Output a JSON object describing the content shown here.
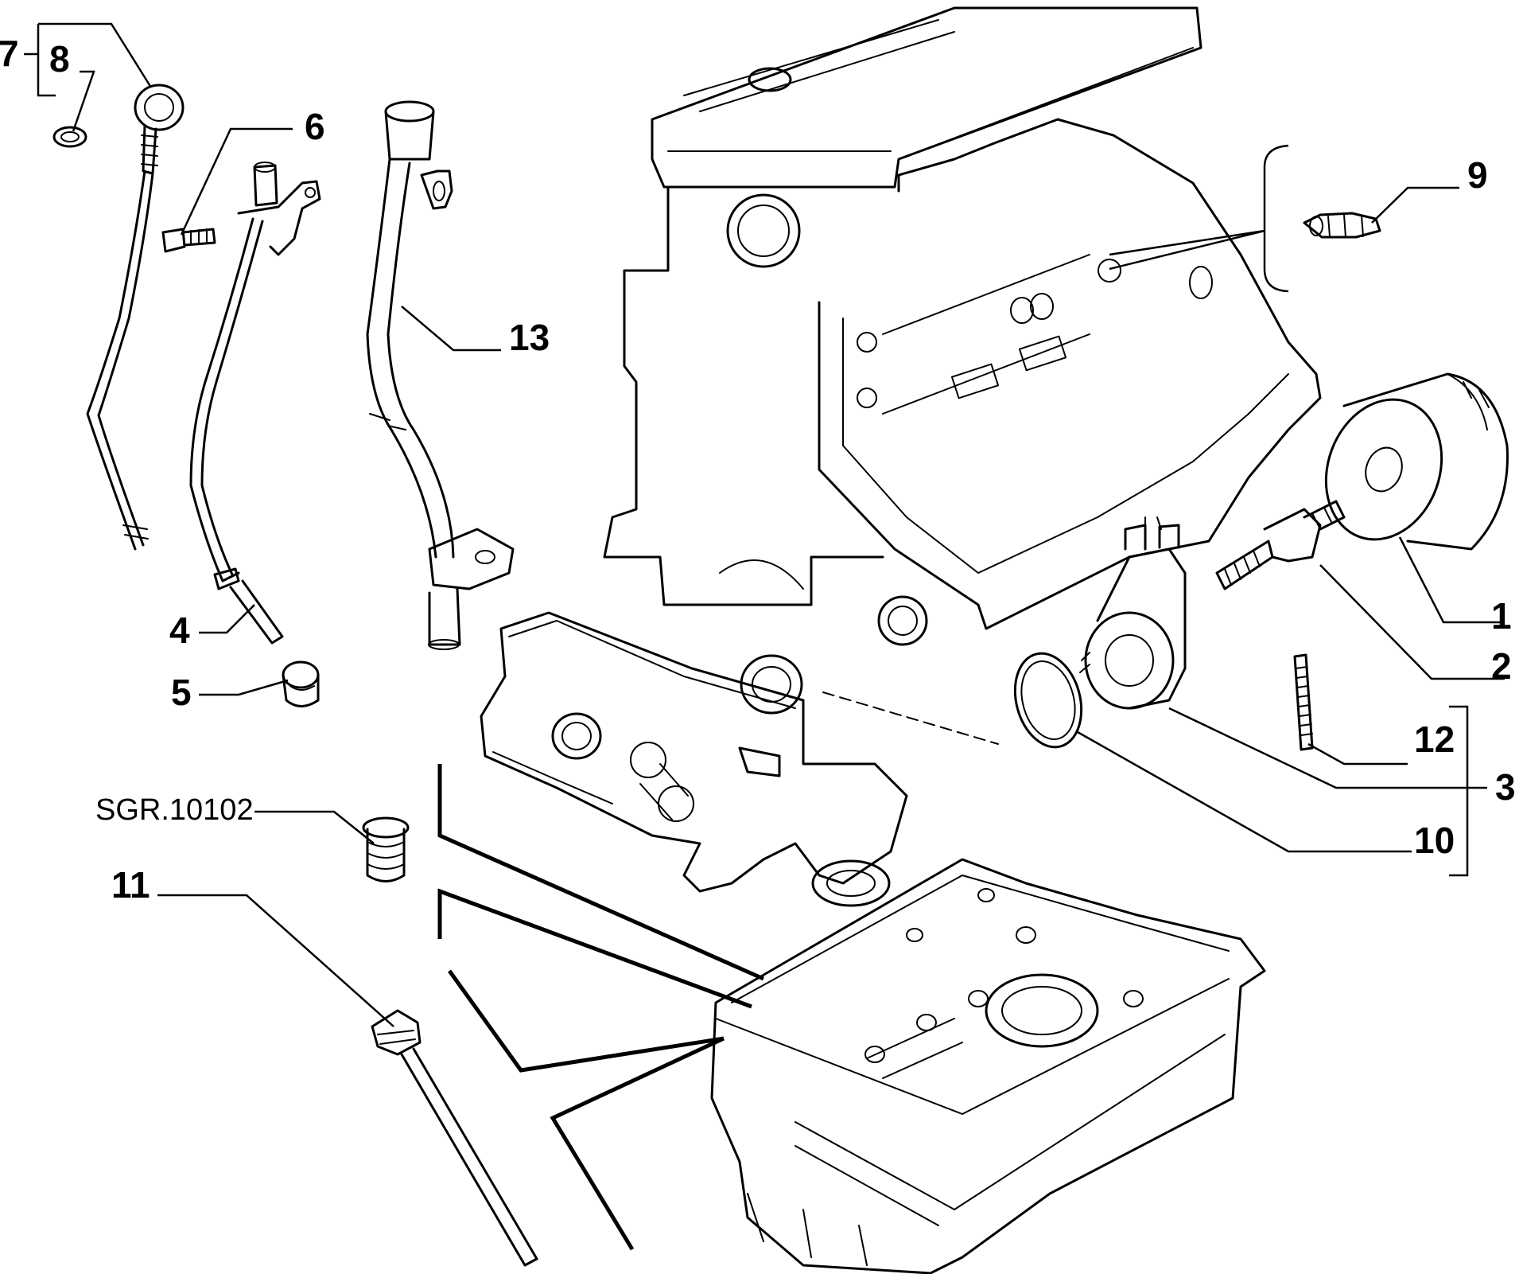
{
  "callouts": {
    "c1": "1",
    "c2": "2",
    "c3": "3",
    "c4": "4",
    "c5": "5",
    "c6": "6",
    "c7": "7",
    "c8": "8",
    "c9": "9",
    "c10": "10",
    "c11": "11",
    "c12": "12",
    "c13": "13"
  },
  "reference_label": "SGR.10102"
}
